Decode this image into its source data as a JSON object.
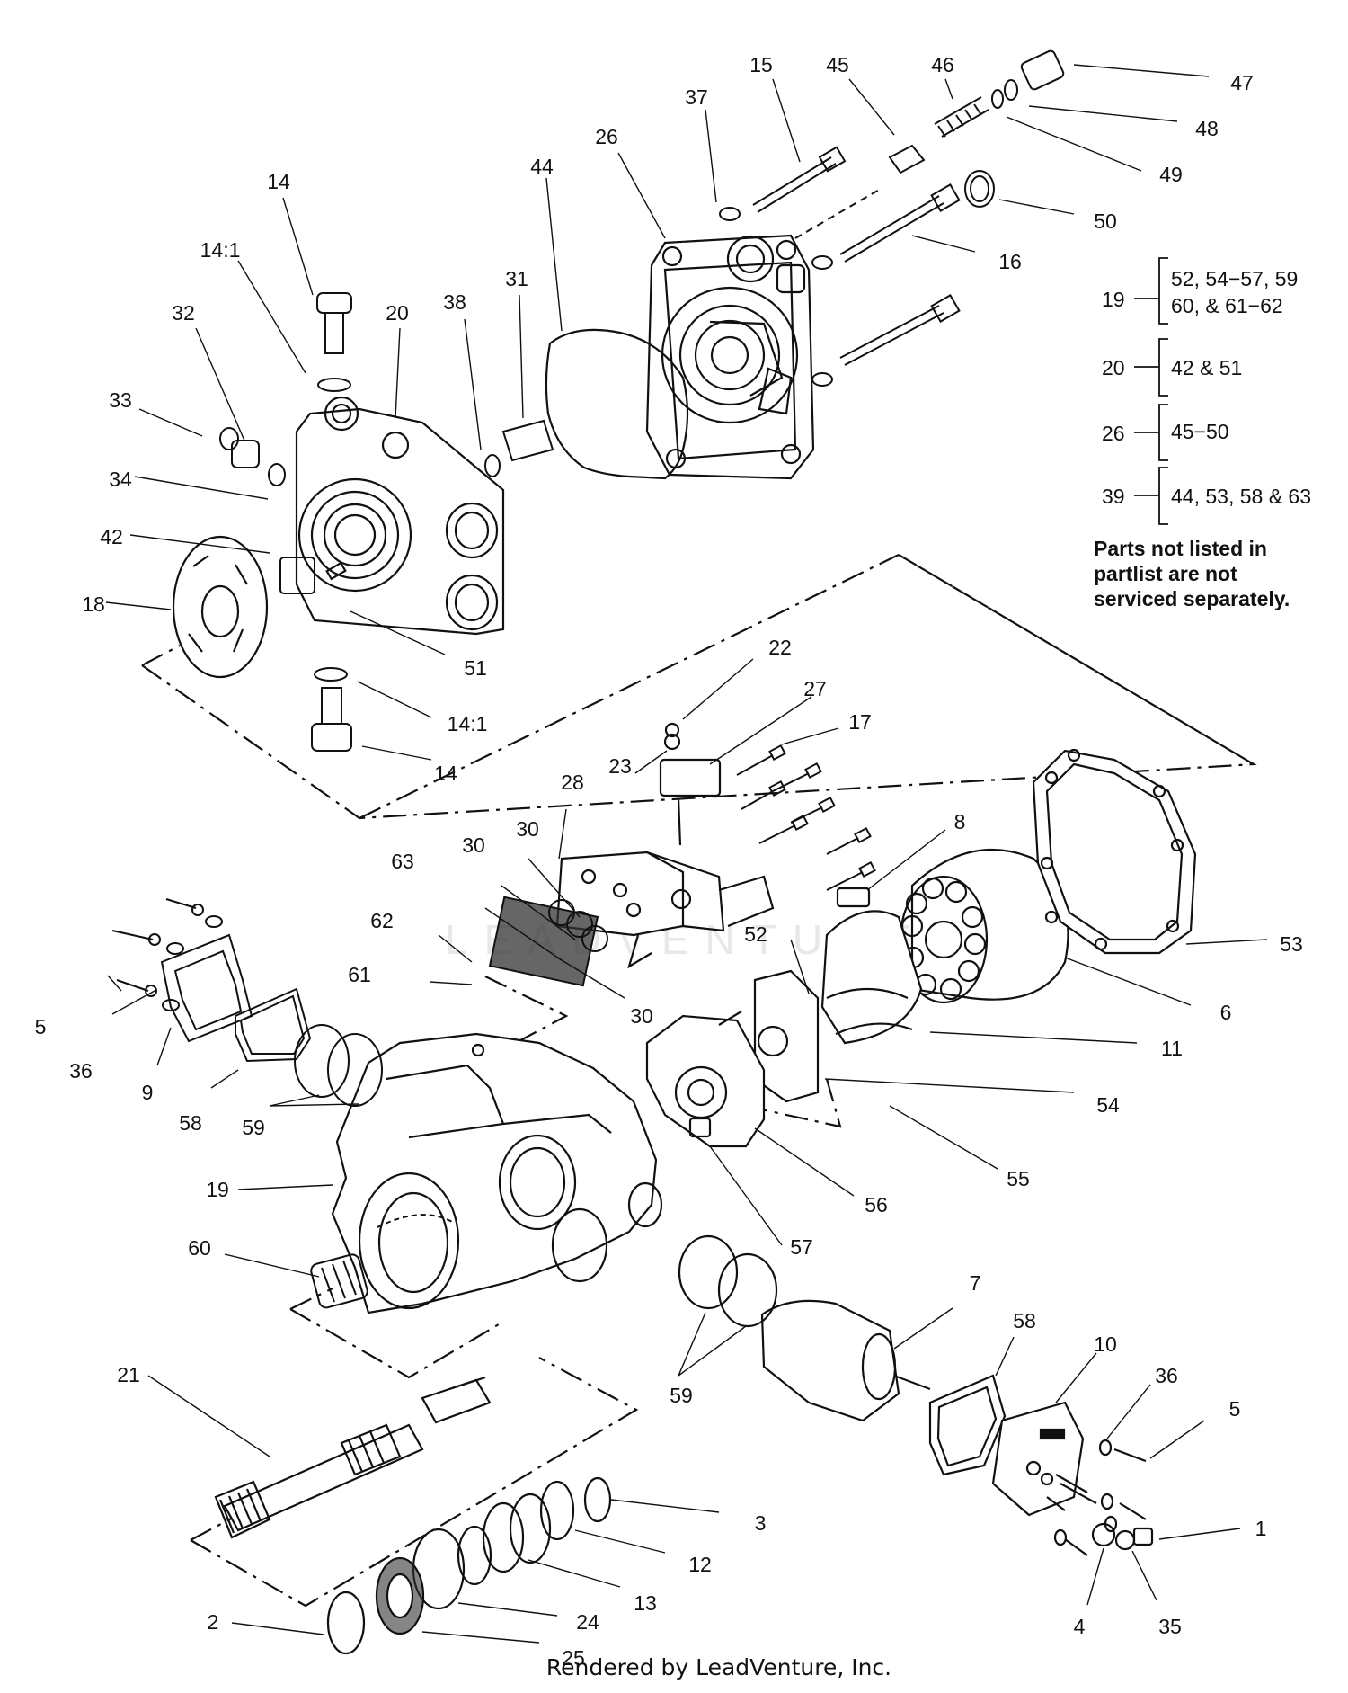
{
  "watermark": "LEADVENTURE",
  "footer": "Rendered by LeadVenture, Inc.",
  "note": [
    "Parts not listed in",
    "partlist are not",
    "serviced separately."
  ],
  "kits": [
    {
      "part": "19",
      "lines": [
        "52, 54−57, 59",
        "60, & 61−62"
      ]
    },
    {
      "part": "20",
      "lines": [
        "42 & 51"
      ]
    },
    {
      "part": "26",
      "lines": [
        "45−50"
      ]
    },
    {
      "part": "39",
      "lines": [
        "44, 53, 58 & 63"
      ]
    }
  ],
  "callouts": {
    "c47": "47",
    "c48": "48",
    "c49": "49",
    "c50": "50",
    "c16": "16",
    "c15": "15",
    "c45": "45",
    "c46": "46",
    "c37": "37",
    "c26": "26",
    "c44": "44",
    "c31": "31",
    "c38": "38",
    "c20": "20",
    "c14a": "14",
    "c141a": "14:1",
    "c32": "32",
    "c33": "33",
    "c34": "34",
    "c42": "42",
    "c18": "18",
    "c51": "51",
    "c141b": "14:1",
    "c14b": "14",
    "c22": "22",
    "c27": "27",
    "c17": "17",
    "c23": "23",
    "c28": "28",
    "c8": "8",
    "c53": "53",
    "c6": "6",
    "c11": "11",
    "c52": "52",
    "c54": "54",
    "c55": "55",
    "c56": "56",
    "c57": "57",
    "c30a": "30",
    "c30b": "30",
    "c30c": "30",
    "c63": "63",
    "c62": "62",
    "c61": "61",
    "c5a": "5",
    "c36a": "36",
    "c9": "9",
    "c58a": "58",
    "c59a": "59",
    "c19": "19",
    "c60": "60",
    "c21": "21",
    "c7": "7",
    "c59b": "59",
    "c58b": "58",
    "c10": "10",
    "c36b": "36",
    "c5b": "5",
    "c1": "1",
    "c35": "35",
    "c4": "4",
    "c3": "3",
    "c12": "12",
    "c13": "13",
    "c24": "24",
    "c25": "25",
    "c2": "2"
  }
}
